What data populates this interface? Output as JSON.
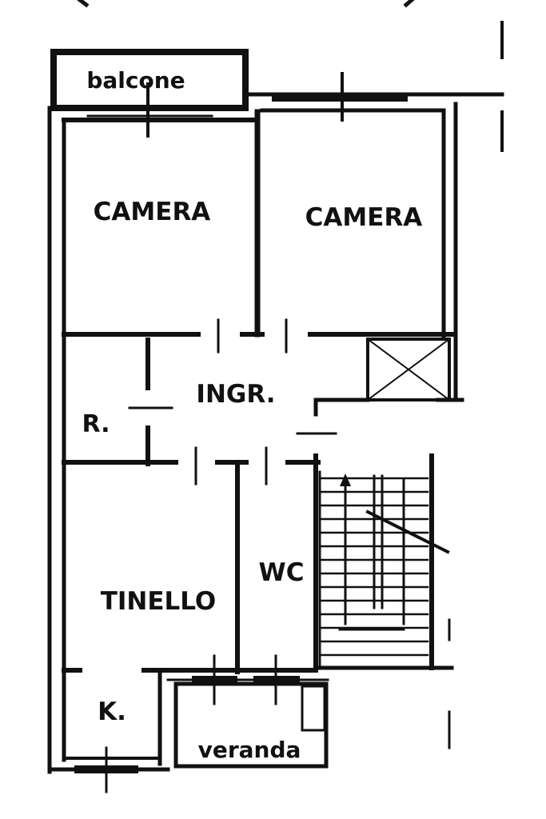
{
  "floorplan": {
    "rooms": {
      "balcone": "balcone",
      "camera_left": "CAMERA",
      "camera_right": "CAMERA",
      "ingresso": "INGR.",
      "ripostiglio": "R.",
      "tinello": "TINELLO",
      "wc": "WC",
      "kitchen": "K.",
      "veranda": "veranda"
    },
    "colors": {
      "wall": "#111111",
      "background": "#ffffff"
    }
  }
}
